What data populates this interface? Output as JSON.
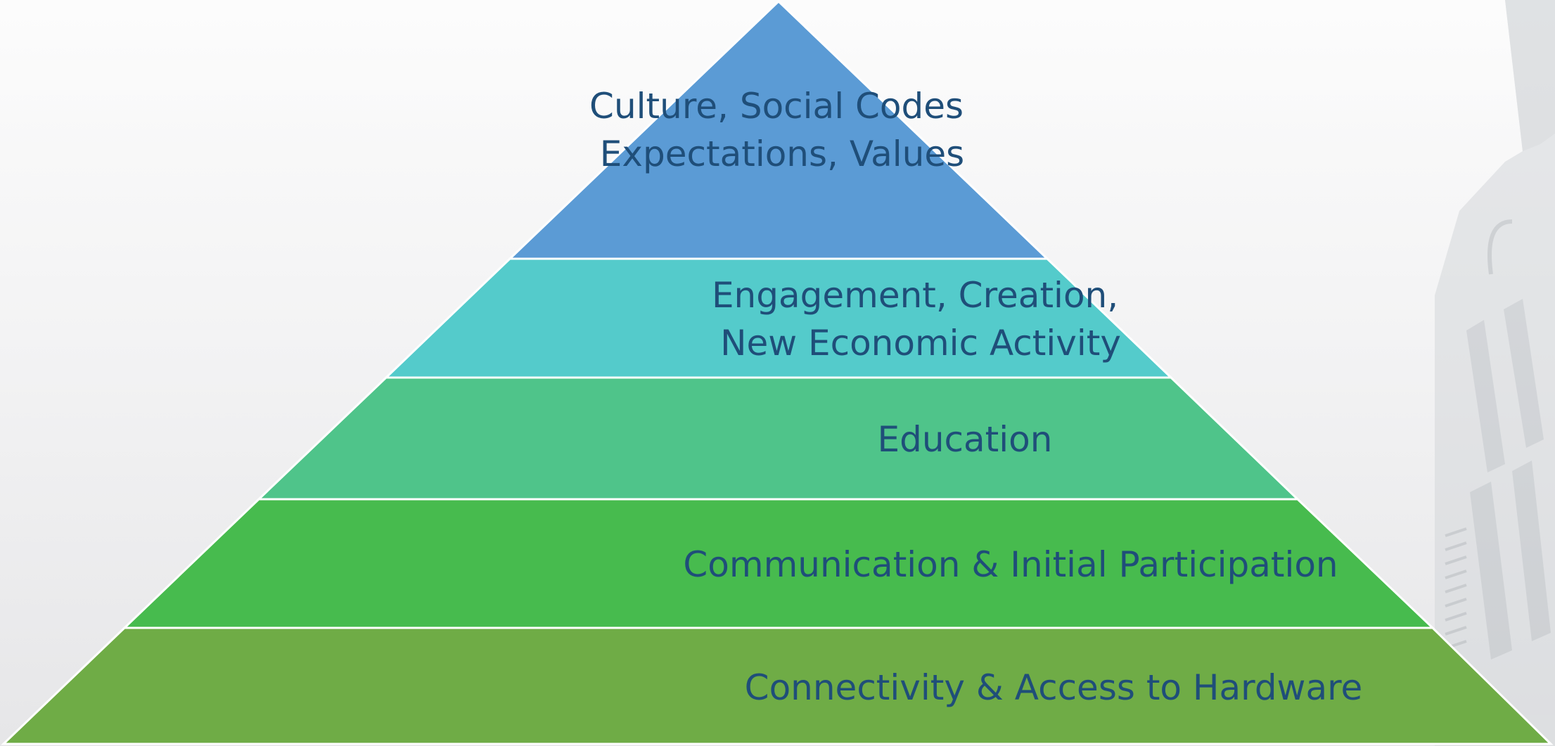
{
  "pyramid": {
    "levels": [
      {
        "lines": [
          "Culture, Social Codes",
          "Expectations, Values"
        ],
        "color": "#5b9bd5"
      },
      {
        "lines": [
          "Engagement, Creation,",
          "New Economic Activity"
        ],
        "color": "#54cbcb"
      },
      {
        "lines": [
          "Education"
        ],
        "color": "#4fc48a"
      },
      {
        "lines": [
          "Communication & Initial Participation"
        ],
        "color": "#47bb4e"
      },
      {
        "lines": [
          "Connectivity & Access to Hardware"
        ],
        "color": "#6fac46"
      }
    ],
    "label_color": "#1f4e79"
  }
}
